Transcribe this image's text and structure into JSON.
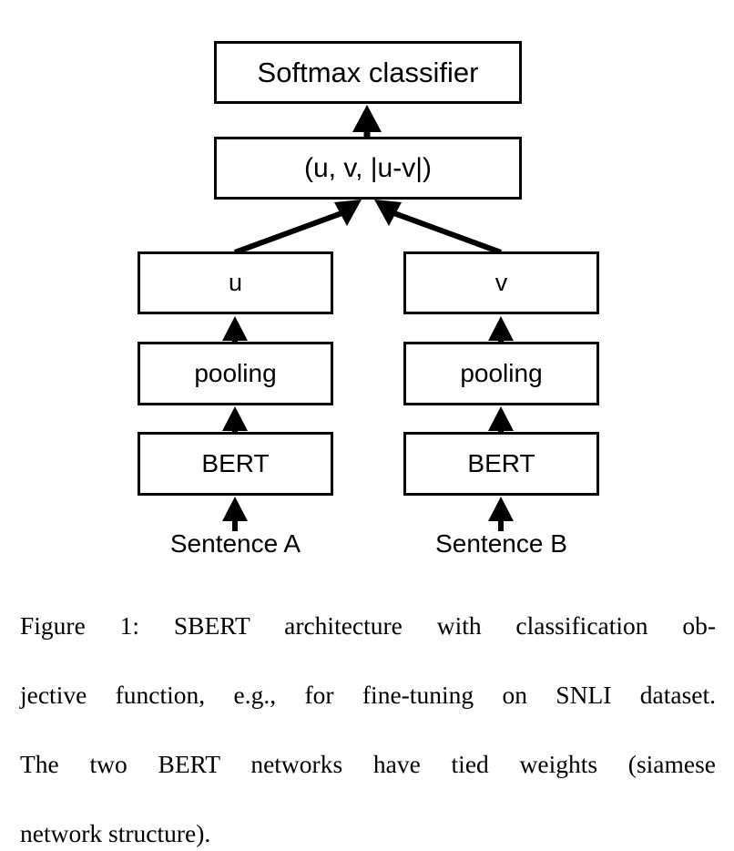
{
  "figure": {
    "diagram": {
      "nodes": [
        {
          "id": "softmax",
          "label": "Softmax classifier"
        },
        {
          "id": "concat",
          "label": "(u, v, |u-v|)"
        },
        {
          "id": "u",
          "label": "u"
        },
        {
          "id": "v",
          "label": "v"
        },
        {
          "id": "pooling_a",
          "label": "pooling"
        },
        {
          "id": "pooling_b",
          "label": "pooling"
        },
        {
          "id": "bert_a",
          "label": "BERT"
        },
        {
          "id": "bert_b",
          "label": "BERT"
        }
      ],
      "inputs": [
        {
          "id": "sentence_a",
          "label": "Sentence A"
        },
        {
          "id": "sentence_b",
          "label": "Sentence B"
        }
      ],
      "edges": [
        {
          "from": "sentence_a",
          "to": "bert_a",
          "style": "vertical-arrow"
        },
        {
          "from": "bert_a",
          "to": "pooling_a",
          "style": "vertical-arrow"
        },
        {
          "from": "pooling_a",
          "to": "u",
          "style": "vertical-arrow"
        },
        {
          "from": "sentence_b",
          "to": "bert_b",
          "style": "vertical-arrow"
        },
        {
          "from": "bert_b",
          "to": "pooling_b",
          "style": "vertical-arrow"
        },
        {
          "from": "pooling_b",
          "to": "v",
          "style": "vertical-arrow"
        },
        {
          "from": "u",
          "to": "concat",
          "style": "diagonal-arrow"
        },
        {
          "from": "v",
          "to": "concat",
          "style": "diagonal-arrow"
        },
        {
          "from": "concat",
          "to": "softmax",
          "style": "vertical-arrow"
        }
      ],
      "colors": {
        "stroke": "#000000",
        "fill": "#ffffff",
        "text": "#000000",
        "background": "#ffffff"
      }
    },
    "caption": {
      "lines": [
        "Figure 1:  SBERT architecture with classification ob-",
        "jective function, e.g., for fine-tuning on SNLI dataset.",
        "The two BERT networks have tied weights (siamese",
        "network structure)."
      ],
      "full_text": "Figure 1: SBERT architecture with classification objective function, e.g., for fine-tuning on SNLI dataset. The two BERT networks have tied weights (siamese network structure)."
    }
  }
}
